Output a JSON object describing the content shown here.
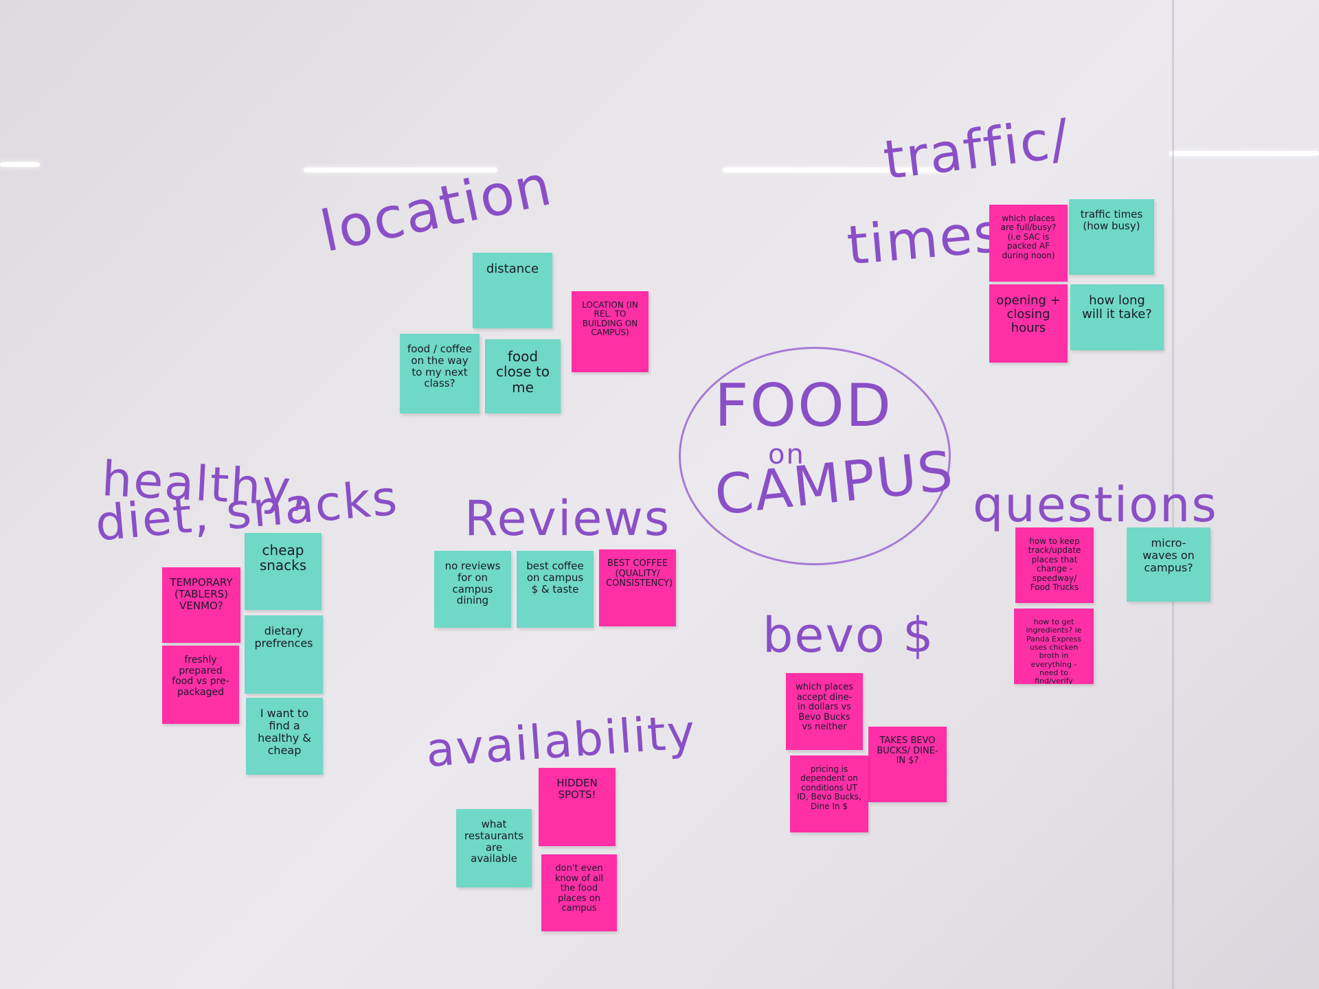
{
  "colors": {
    "marker": "#8a4fc6",
    "teal_note": "#6fd8c6",
    "pink_note": "#ff2fa6"
  },
  "center": {
    "line1": "FOOD",
    "line2": "on",
    "line3": "CAMPUS"
  },
  "headings": {
    "location": "location",
    "traffic_1": "traffic/",
    "traffic_2": "times",
    "healthy_1": "healthy,",
    "healthy_2": "diet, snacks",
    "reviews": "Reviews",
    "questions": "questions",
    "bevo": "bevo $",
    "availability": "availability"
  },
  "notes": {
    "distance": "distance",
    "location_rel": "LOCATION (IN REL. TO BUILDING ON CAMPUS)",
    "food_coffee": "food / coffee on the way to my next class?",
    "food_close": "food close to me",
    "which_full": "which places are full/busy? (i.e SAC is packed AF during noon)",
    "traffic_times": "traffic times (how busy)",
    "opening_closing": "opening + closing hours",
    "how_long": "how long will it take?",
    "cheap_snacks": "cheap snacks",
    "temporary": "TEMPORARY (TABLERS) VENMO?",
    "dietary": "dietary prefrences",
    "freshly": "freshly prepared food vs pre-packaged",
    "healthy_cheap": "I want to find a healthy & cheap",
    "no_reviews": "no reviews for on campus dining",
    "best_coffee_taste": "best coffee on campus $ & taste",
    "best_coffee_quality": "BEST COFFEE (QUALITY/ CONSISTENCY)",
    "keep_track": "how to keep track/update places that change - speedway/ Food Trucks",
    "microwaves": "micro- waves on campus?",
    "ingredients": "how to get ingredients? ie Panda Express uses chicken broth in everything - need to find/verify",
    "which_accept": "which places accept dine-in dollars vs Bevo Bucks vs neither",
    "takes_bevo": "TAKES BEVO BUCKS/ DINE-IN $?",
    "pricing": "pricing is dependent on conditions UT ID, Bevo Bucks, Dine In $",
    "hidden_spots": "HIDDEN SPOTS!",
    "what_restaurants": "what restaurants are available",
    "dont_know": "don't even know of all the food places on campus"
  }
}
